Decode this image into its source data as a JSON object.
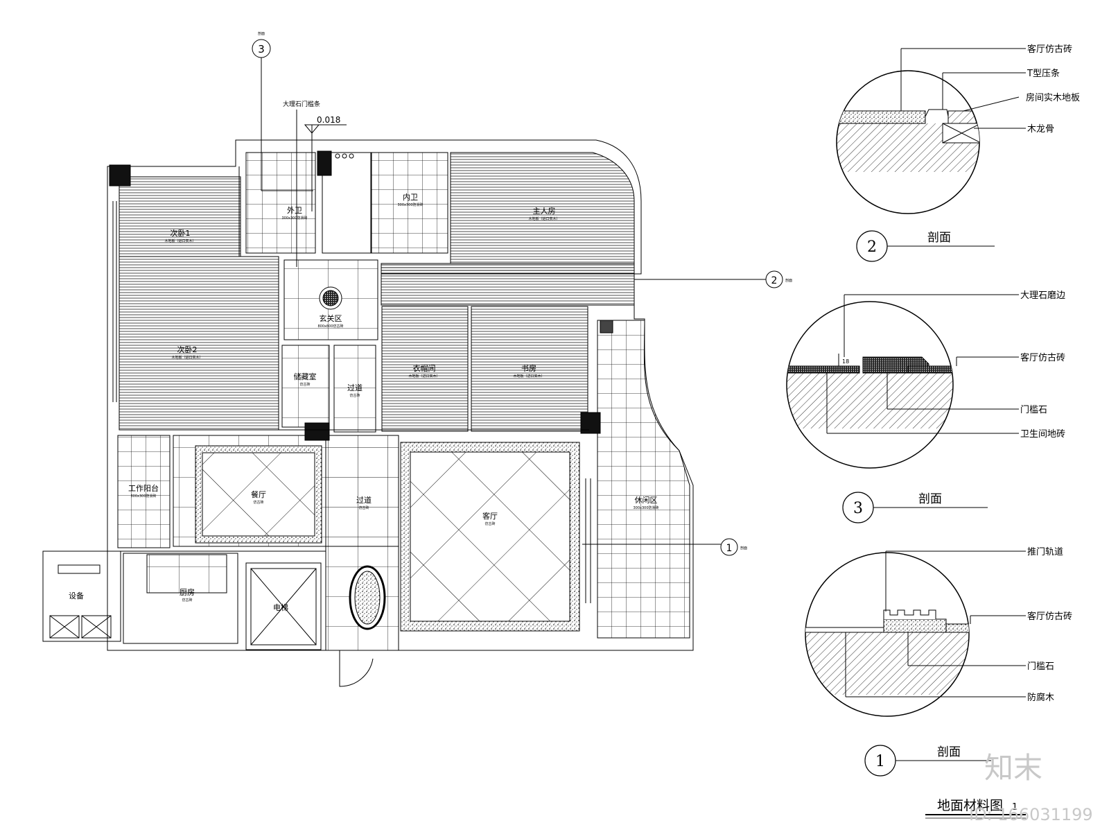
{
  "plan": {
    "rooms": {
      "second_bedroom_1": {
        "name": "次卧1",
        "material": "木地板（进口实木）"
      },
      "second_bedroom_2": {
        "name": "次卧2",
        "material": "木地板（进口实木）"
      },
      "guest_bath": {
        "name": "外卫",
        "material": "300x300防滑砖"
      },
      "master_bath": {
        "name": "内卫",
        "material": "300x300防滑砖"
      },
      "master_bedroom": {
        "name": "主人房",
        "material": "木地板（进口实木）"
      },
      "entrance": {
        "name": "玄关区",
        "material": "800x800仿古砖"
      },
      "storage": {
        "name": "储藏室",
        "material": "仿古砖"
      },
      "aisle": {
        "name": "过道",
        "material": "仿古砖"
      },
      "cloakroom": {
        "name": "衣帽间",
        "material": "木地板（进口实木）"
      },
      "study": {
        "name": "书房",
        "material": "木地板（进口实木）"
      },
      "living_room": {
        "name": "客厅",
        "material": "仿古砖"
      },
      "dining_room": {
        "name": "餐厅",
        "material": "仿古砖"
      },
      "corridor": {
        "name": "过道",
        "material": "仿古砖"
      },
      "work_balcony": {
        "name": "工作阳台",
        "material": "300x300防滑砖"
      },
      "leisure_area": {
        "name": "休闲区",
        "material": "300x300防滑砖"
      },
      "kitchen": {
        "name": "厨房",
        "material": "仿古砖"
      },
      "lift": {
        "name": "电梯"
      },
      "utility": {
        "name": "设备"
      }
    },
    "annotations": {
      "marble_strip": "大理石门槛条",
      "elevation": "0.018",
      "section_tag": "剖面"
    },
    "section_markers": [
      {
        "number": "3",
        "tag": "剖面"
      },
      {
        "number": "2",
        "tag": "剖面"
      },
      {
        "number": "1",
        "tag": "剖面"
      }
    ]
  },
  "details": {
    "section2": {
      "number": "2",
      "title": "剖面",
      "callouts": [
        "客厅仿古砖",
        "T型压条",
        "房间实木地板",
        "木龙骨"
      ]
    },
    "section3": {
      "number": "3",
      "title": "剖面",
      "callouts": [
        "大理石磨边",
        "客厅仿古砖",
        "门槛石",
        "卫生间地砖"
      ],
      "dimension": "18"
    },
    "section1": {
      "number": "1",
      "title": "剖面",
      "callouts": [
        "推门轨道",
        "客厅仿古砖",
        "门槛石",
        "防腐木"
      ]
    }
  },
  "footer": {
    "drawing_title": "地面材料图",
    "scale_note": "1",
    "watermark": "知末",
    "watermark_id": "ID: 166031199"
  }
}
